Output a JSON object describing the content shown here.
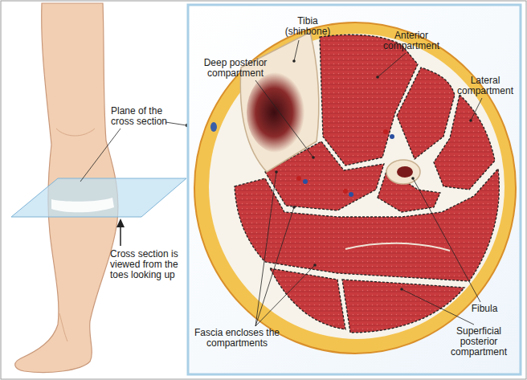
{
  "diagram": {
    "labels": [
      "Tibia (shinbone)",
      "Anterior compartment",
      "Deep posterior compartment",
      "Lateral compartment",
      "Plane of the cross section",
      "Cross section is viewed from the toes looking up",
      "Fibula",
      "Fascia encloses the compartments",
      "Superficial posterior compartment"
    ]
  }
}
